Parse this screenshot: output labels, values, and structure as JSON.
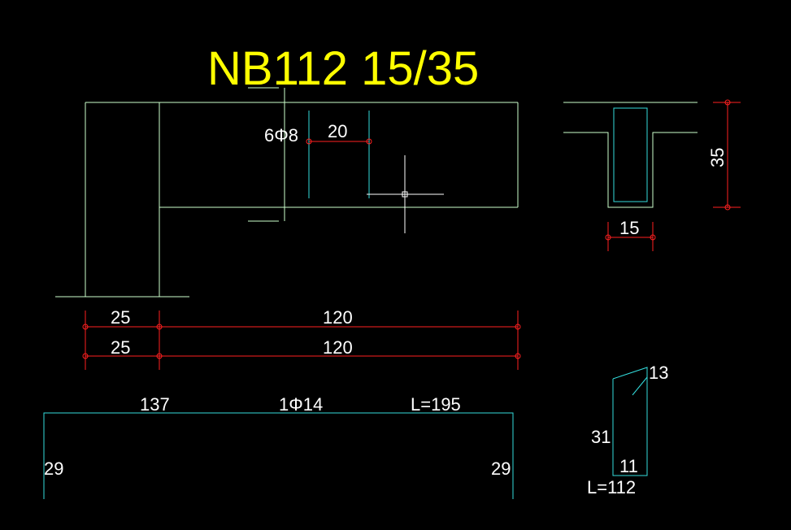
{
  "drawing": {
    "title": "NB112 15/35",
    "stirrup_spec": "6Φ8",
    "stirrup_spacing": "20",
    "section_height": "35",
    "section_width": "15",
    "dim_row1_left": "25",
    "dim_row1_right": "120",
    "dim_row2_left": "25",
    "dim_row2_right": "120",
    "bar_length_horizontal": "137",
    "bar_spec": "1Φ14",
    "bar_total_length": "L=195",
    "bar_hook_left": "29",
    "bar_hook_right": "29",
    "stirrup_hook": "13",
    "stirrup_height": "31",
    "stirrup_width": "11",
    "stirrup_total_length": "L=112"
  },
  "colors": {
    "background": "#000000",
    "title": "#ffff00",
    "outline": "#ccffcc",
    "rebar": "#33dddd",
    "dimension": "#ff2020",
    "text": "#ffffff"
  }
}
